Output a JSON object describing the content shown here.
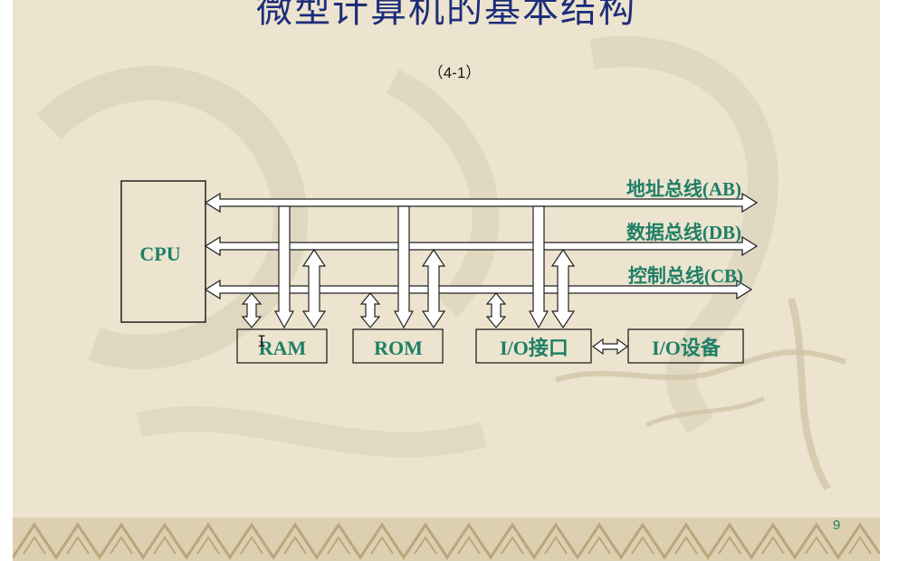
{
  "slide": {
    "title": "微型计算机的基本结构",
    "subtitle": "（4-1）",
    "page_number": "9"
  },
  "diagram": {
    "cpu_label": "CPU",
    "buses": [
      {
        "label": "地址总线(AB)"
      },
      {
        "label": "数据总线(DB)"
      },
      {
        "label": "控制总线(CB)"
      }
    ],
    "modules": [
      {
        "label": "RAM"
      },
      {
        "label": "ROM"
      },
      {
        "label": "I/O接口"
      },
      {
        "label": "I/O设备"
      }
    ]
  },
  "colors": {
    "title": "#1d2d7a",
    "label": "#1f7f66",
    "background": "#ece4cf",
    "border_band": "#c9b98f"
  },
  "icons": {
    "cursor": "text-cursor-icon"
  }
}
